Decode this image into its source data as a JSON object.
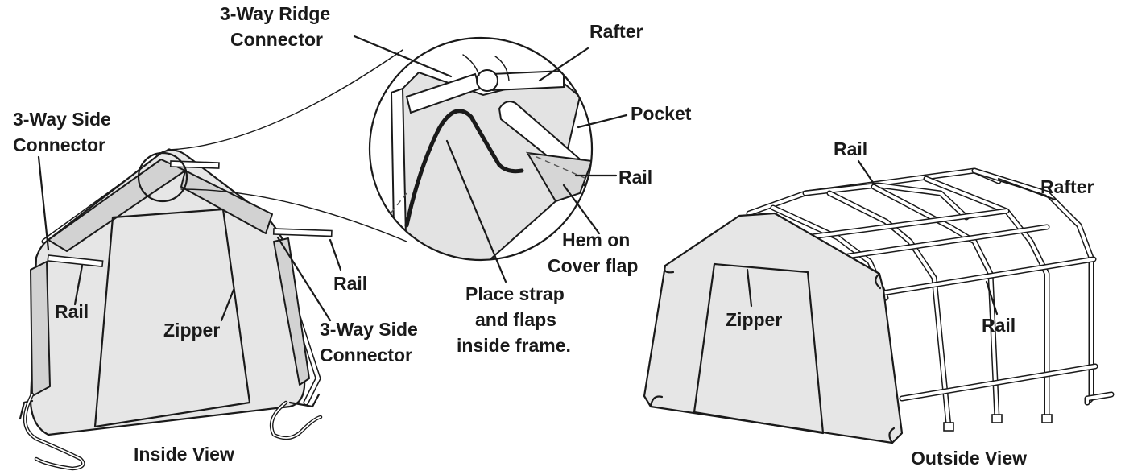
{
  "labels": {
    "ridge_connector": [
      "3-Way Ridge",
      "Connector"
    ],
    "side_connector_left": [
      "3-Way Side",
      "Connector"
    ],
    "side_connector_right": [
      "3-Way Side",
      "Connector"
    ],
    "rail_left": "Rail",
    "rail_inside_right": "Rail",
    "zipper_inside": "Zipper",
    "inside_view": "Inside View",
    "rafter_detail": "Rafter",
    "pocket": "Pocket",
    "rail_detail": "Rail",
    "hem": [
      "Hem on",
      "Cover flap"
    ],
    "instruction": [
      "Place strap",
      "and flaps",
      "inside frame."
    ],
    "rail_outside_top": "Rail",
    "rafter_outside": "Rafter",
    "zipper_outside": "Zipper",
    "rail_outside_mid": "Rail",
    "outside_view": "Outside View"
  }
}
